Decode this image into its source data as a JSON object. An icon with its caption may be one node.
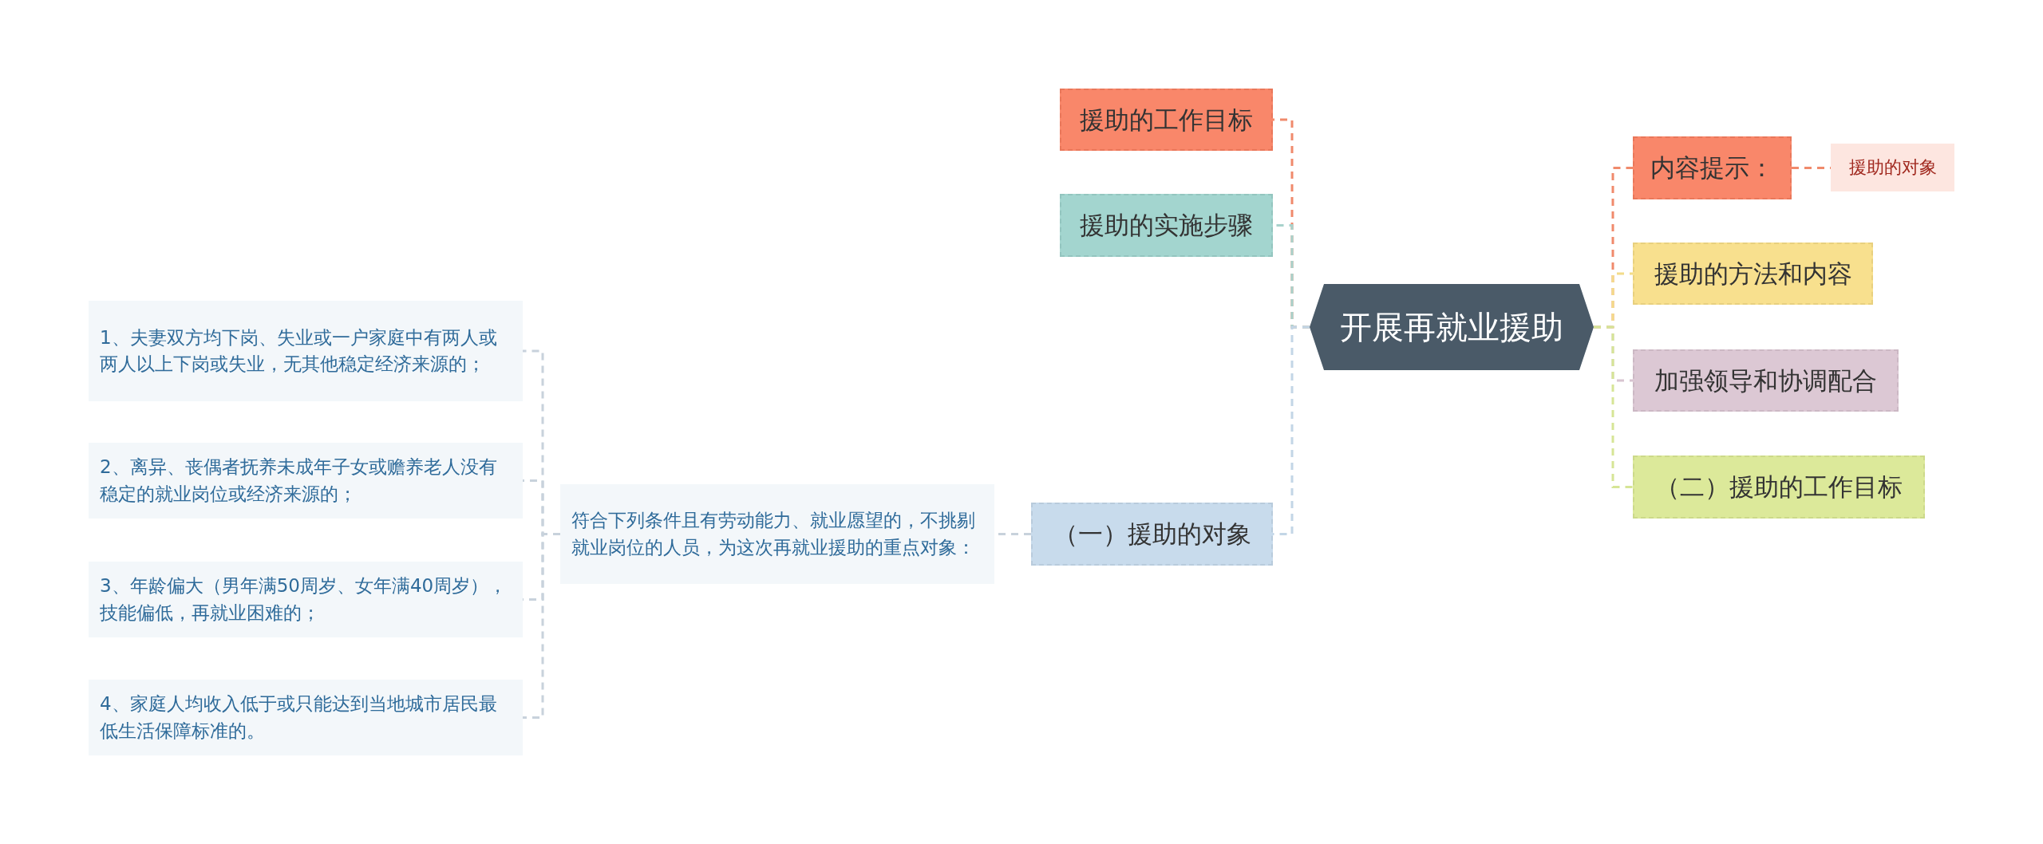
{
  "diagram": {
    "nodes": [
      {
        "text": [
          "开展再就业援助"
        ]
      },
      {
        "text": [
          "援助的工作目标"
        ]
      },
      {
        "text": [
          "援助的实施步骤"
        ]
      },
      {
        "text": [
          "（一）援助的对象"
        ]
      },
      {
        "text": [
          "符合下列条件且有劳动能力、就业愿望的，不挑剔就业岗位的人员，为这次再就业援助的重点对象："
        ]
      },
      {
        "text": [
          "1、夫妻双方均下岗、失业或一户家庭中有两人或两人以上下岗或失业，无其他稳定经济来源的；"
        ]
      },
      {
        "text": [
          "2、离异、丧偶者抚养未成年子女或赡养老人没有稳定的就业岗位或经济来源的；"
        ]
      },
      {
        "text": [
          "3、年龄偏大（男年满50周岁、女年满40周岁），技能偏低，再就业困难的；"
        ]
      },
      {
        "text": [
          "4、家庭人均收入低于或只能达到当地城市居民最低生活保障标准的。"
        ]
      },
      {
        "text": [
          "内容提示："
        ]
      },
      {
        "text": [
          "援助的对象"
        ]
      },
      {
        "text": [
          "援助的方法和内容"
        ]
      },
      {
        "text": [
          "加强领导和协调配合"
        ]
      },
      {
        "text": [
          "（二）援助的工作目标"
        ]
      }
    ],
    "edges": [
      {
        "from": 0,
        "to": 1,
        "arrow": "none",
        "style": "dashed",
        "color": "#f08a6c"
      },
      {
        "from": 0,
        "to": 2,
        "arrow": "none",
        "style": "dashed",
        "color": "#a8d2cc"
      },
      {
        "from": 0,
        "to": 3,
        "arrow": "none",
        "style": "dashed",
        "color": "#c3d6e6"
      },
      {
        "from": 3,
        "to": 4,
        "arrow": "none",
        "style": "dashed",
        "color": "#c8d2dc"
      },
      {
        "from": 4,
        "to": 5,
        "arrow": "none",
        "style": "dashed",
        "color": "#c8d2dc"
      },
      {
        "from": 4,
        "to": 6,
        "arrow": "none",
        "style": "dashed",
        "color": "#c8d2dc"
      },
      {
        "from": 4,
        "to": 7,
        "arrow": "none",
        "style": "dashed",
        "color": "#c8d2dc"
      },
      {
        "from": 4,
        "to": 8,
        "arrow": "none",
        "style": "dashed",
        "color": "#c8d2dc"
      },
      {
        "from": 0,
        "to": 9,
        "arrow": "none",
        "style": "dashed",
        "color": "#f08a6c"
      },
      {
        "from": 9,
        "to": 10,
        "arrow": "none",
        "style": "dashed",
        "color": "#f08a6c"
      },
      {
        "from": 0,
        "to": 11,
        "arrow": "none",
        "style": "dashed",
        "color": "#f3dc8a"
      },
      {
        "from": 0,
        "to": 12,
        "arrow": "none",
        "style": "dashed",
        "color": "#d8c4d0"
      },
      {
        "from": 0,
        "to": 13,
        "arrow": "none",
        "style": "dashed",
        "color": "#d6e596"
      }
    ]
  }
}
